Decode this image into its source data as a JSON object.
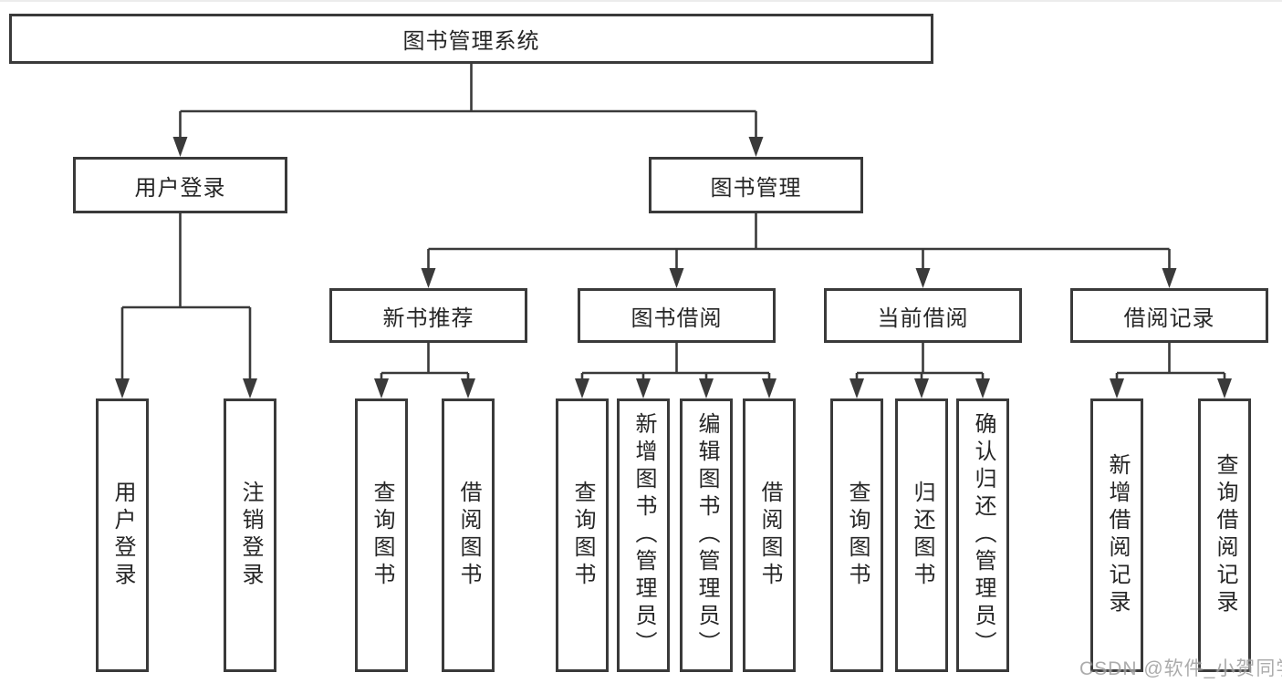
{
  "diagram": {
    "tree": {
      "root": {
        "label": "图书管理系统",
        "children": [
          {
            "label": "用户登录",
            "children": [
              {
                "label": "用户登录"
              },
              {
                "label": "注销登录"
              }
            ]
          },
          {
            "label": "图书管理",
            "children": [
              {
                "label": "新书推荐",
                "children": [
                  {
                    "label": "查询图书"
                  },
                  {
                    "label": "借阅图书"
                  }
                ]
              },
              {
                "label": "图书借阅",
                "children": [
                  {
                    "label": "查询图书"
                  },
                  {
                    "label": "新增图书（管理员）"
                  },
                  {
                    "label": "编辑图书（管理员）"
                  },
                  {
                    "label": "借阅图书"
                  }
                ]
              },
              {
                "label": "当前借阅",
                "children": [
                  {
                    "label": "查询图书"
                  },
                  {
                    "label": "归还图书"
                  },
                  {
                    "label": "确认归还（管理员）"
                  }
                ]
              },
              {
                "label": "借阅记录",
                "children": [
                  {
                    "label": "新增借阅记录"
                  },
                  {
                    "label": "查询借阅记录"
                  }
                ]
              }
            ]
          }
        ]
      }
    },
    "colors": {
      "line": "#3a3a3a",
      "box_border": "#3a3a3a",
      "box_fill": "#ffffff",
      "text": "#262626",
      "watermark": "#9e9e9e"
    }
  },
  "watermark": {
    "text": "CSDN @软件_小贺同学"
  }
}
